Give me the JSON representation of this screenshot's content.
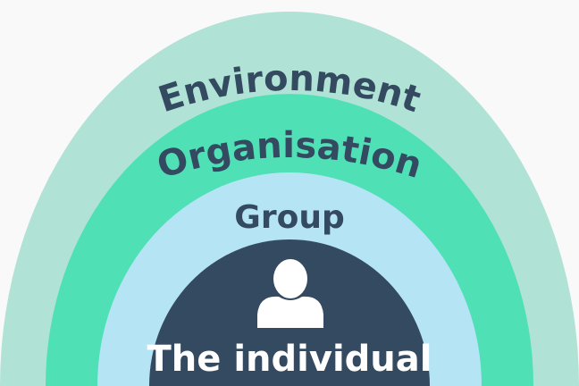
{
  "layers": {
    "environment": {
      "label": "Environment",
      "color": "#b0e3d6"
    },
    "organisation": {
      "label": "Organisation",
      "color": "#4fe0b6"
    },
    "group": {
      "label": "Group",
      "color": "#b5e4f5"
    },
    "individual": {
      "label": "The individual",
      "color": "#344a60",
      "icon": "person-icon"
    }
  },
  "text_color": "#344a60"
}
